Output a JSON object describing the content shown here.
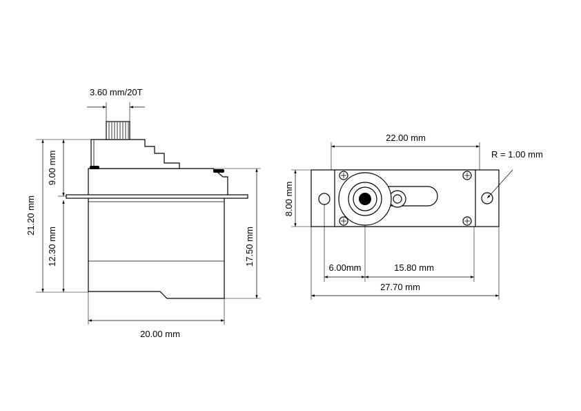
{
  "side_view": {
    "dims": {
      "spline": "3.60 mm/20T",
      "total_height": "21.20 mm",
      "top_height": "9.00 mm",
      "lower_height": "12.30 mm",
      "body_height": "17.50 mm",
      "width": "20.00 mm"
    }
  },
  "top_view": {
    "dims": {
      "hole_spacing": "22.00 mm",
      "hole_radius": "R = 1.00 mm",
      "depth": "8.00 mm",
      "shaft_offset": "6.00mm",
      "shaft_to_hole": "15.80 mm",
      "total_length": "27.70 mm"
    }
  }
}
